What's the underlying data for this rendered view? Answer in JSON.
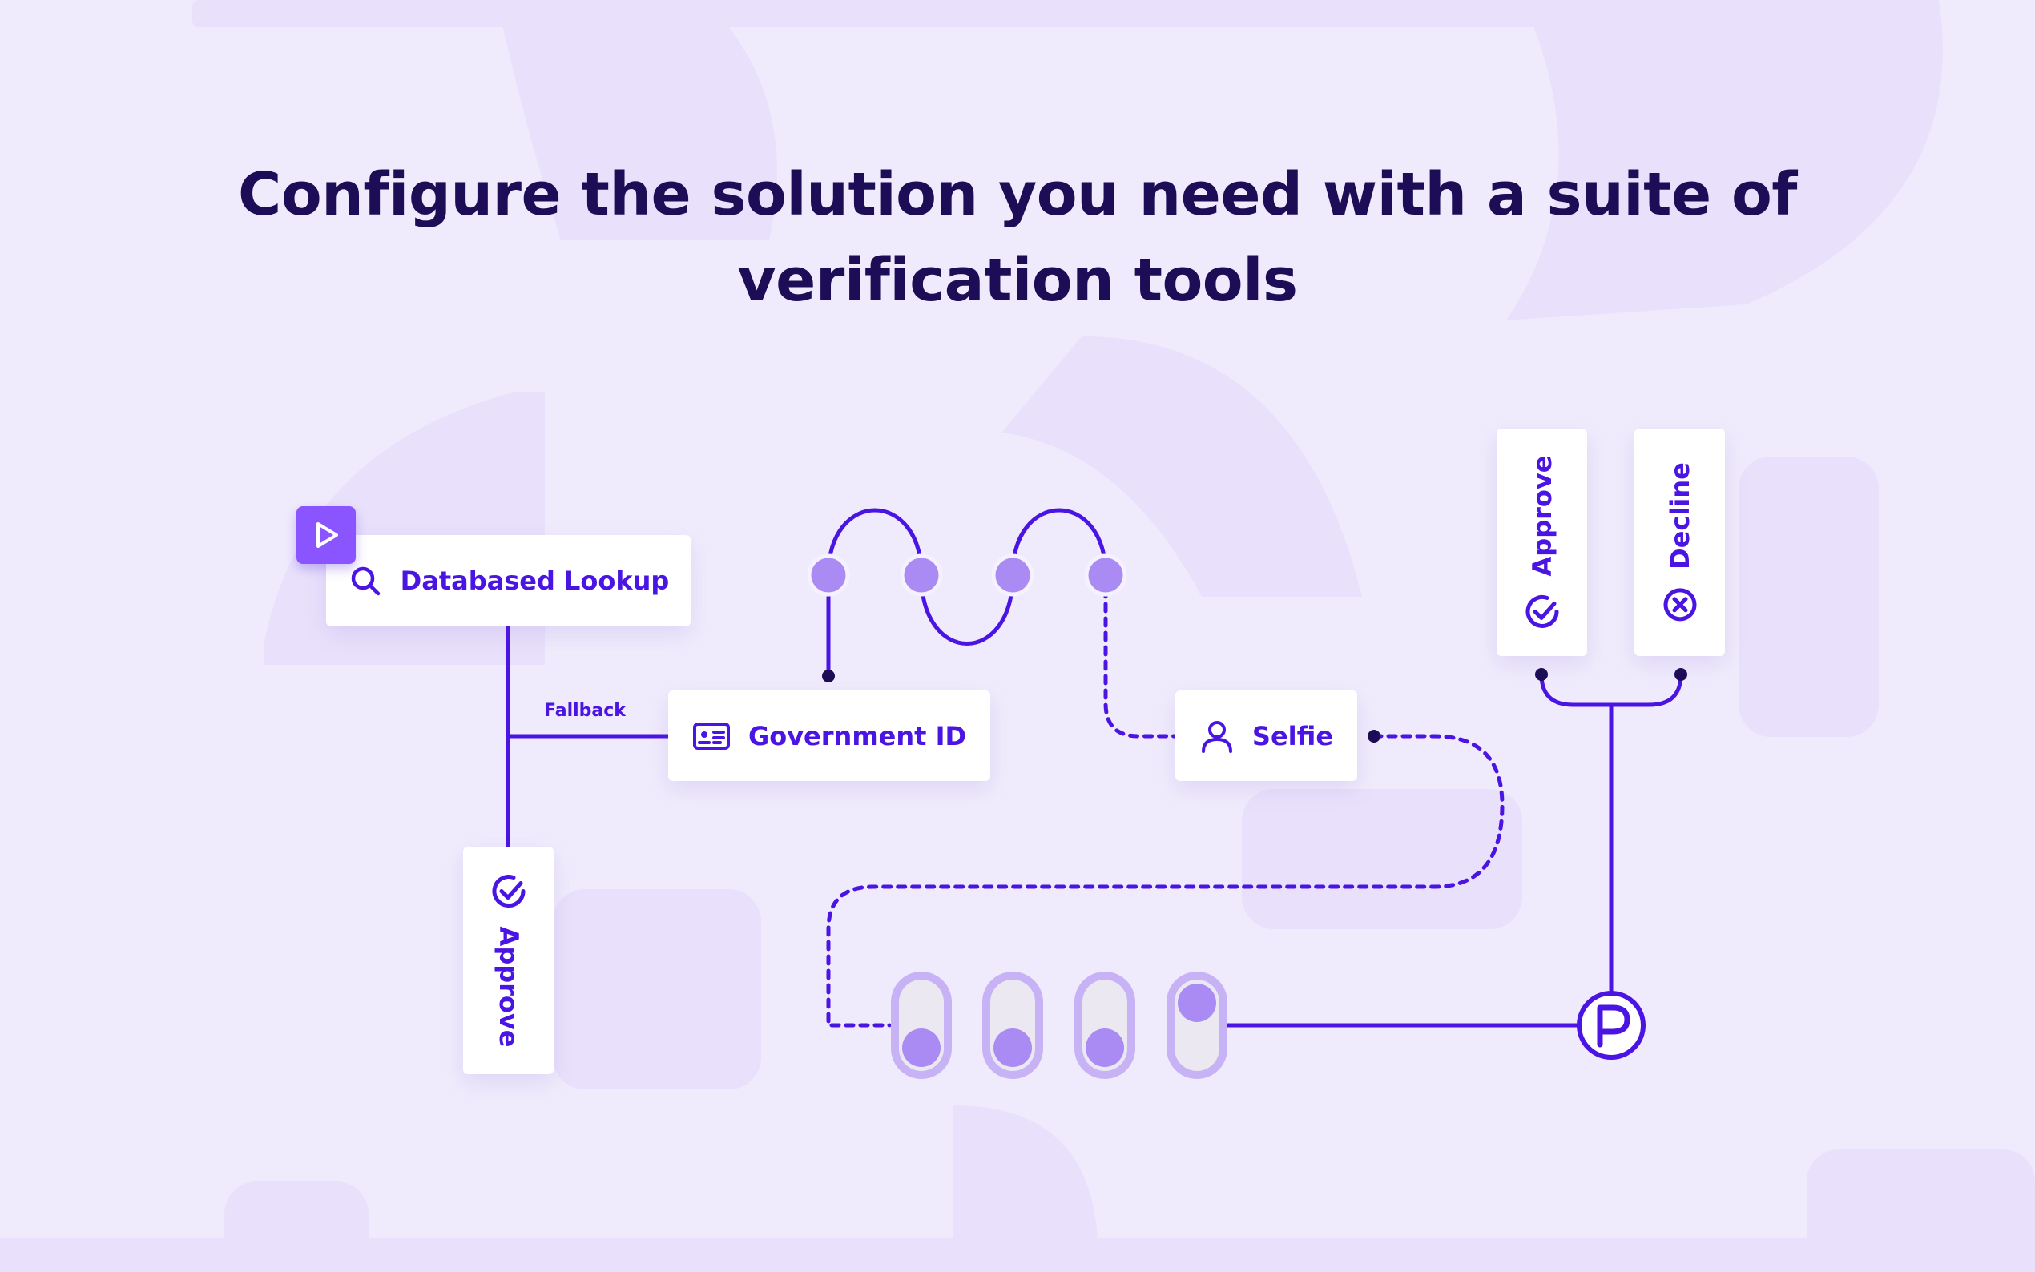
{
  "headline": {
    "line1": "Configure the solution you need with a suite of",
    "line2": "verification tools"
  },
  "nodes": {
    "database_lookup": {
      "label": "Databased Lookup",
      "icon": "search-icon"
    },
    "government_id": {
      "label": "Government ID",
      "icon": "id-card-icon"
    },
    "selfie": {
      "label": "Selfie",
      "icon": "person-icon"
    },
    "approve_left": {
      "label": "Approve",
      "icon": "check-circle-icon"
    },
    "approve_right": {
      "label": "Approve",
      "icon": "check-circle-icon"
    },
    "decline": {
      "label": "Decline",
      "icon": "x-circle-icon"
    }
  },
  "edges": {
    "fallback_label": "Fallback"
  },
  "toggles": {
    "states": [
      false,
      false,
      false,
      true
    ]
  },
  "logo": {
    "icon": "persona-logo-icon"
  },
  "colors": {
    "background": "#f0ebfc",
    "accent": "#4a14e3",
    "dot": "#a98bf3",
    "title": "#1c0d56",
    "play_button": "#8a54ff"
  }
}
